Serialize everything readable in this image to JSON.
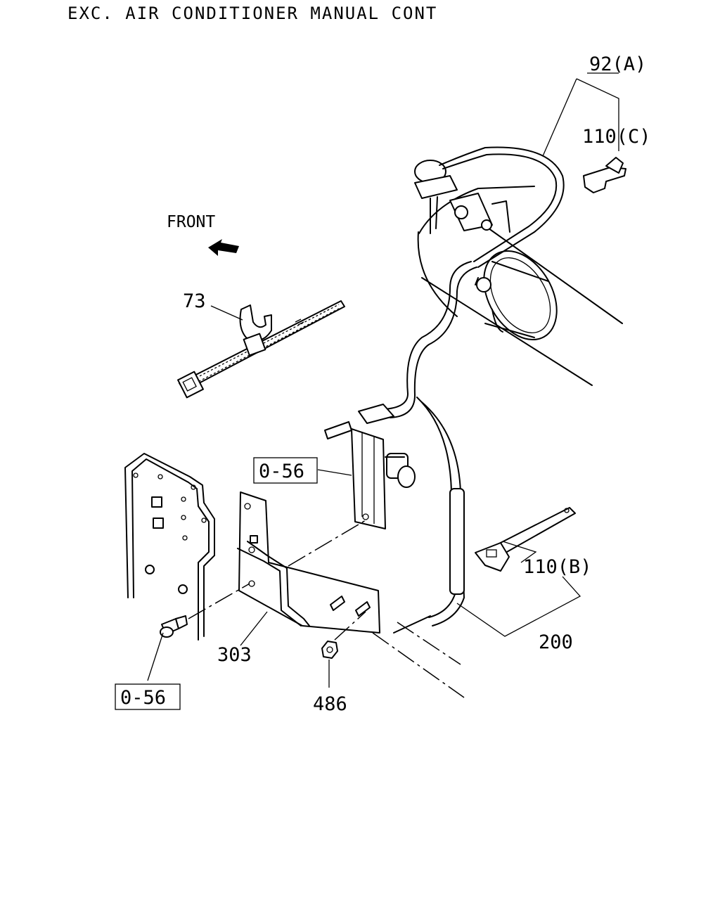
{
  "title": "EXC. AIR CONDITIONER MANUAL CONT",
  "front_label": "FRONT",
  "callouts": {
    "p92a": "92(A)",
    "p110c": "110(C)",
    "p73": "73",
    "ref056_top": "0-56",
    "p110b": "110(B)",
    "p200": "200",
    "p303": "303",
    "ref056_bottom": "0-56",
    "p486": "486"
  }
}
